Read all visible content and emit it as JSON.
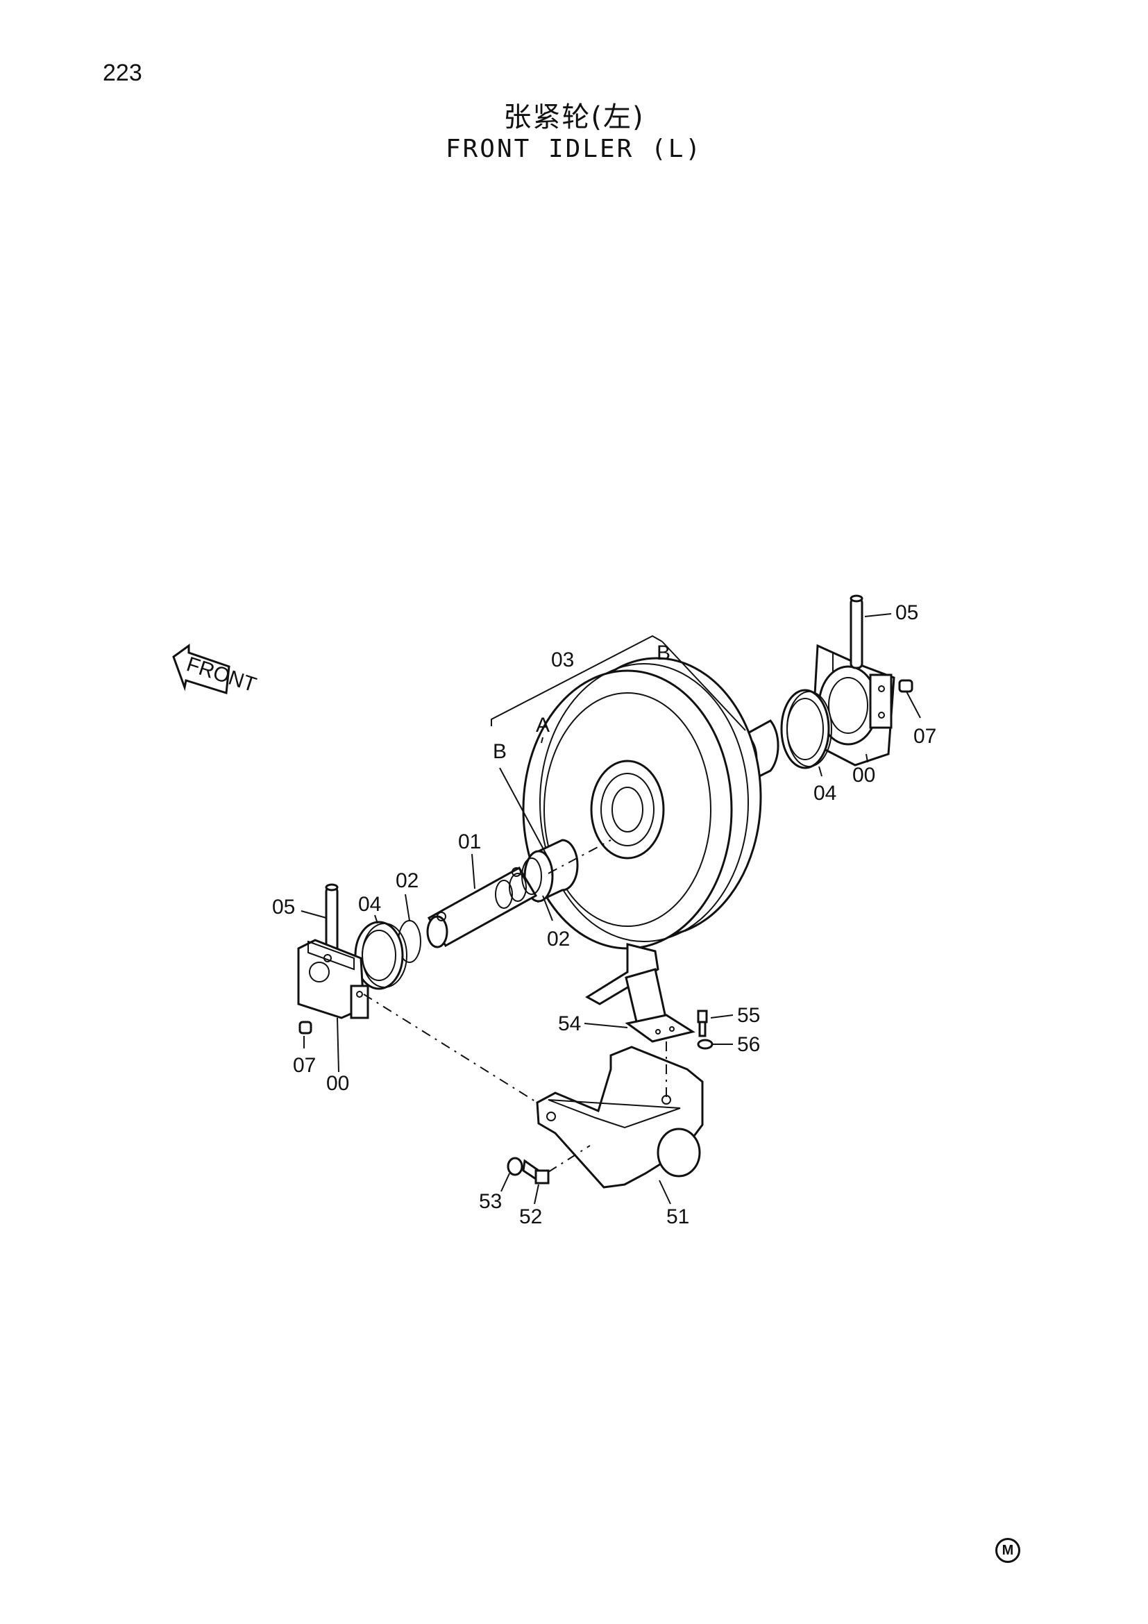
{
  "page": {
    "number": "223"
  },
  "title": {
    "chinese": "张紧轮(左)",
    "english": "FRONT IDLER (L)"
  },
  "direction_tag": "FRONT",
  "callouts": {
    "p05_right": "05",
    "p07_right": "07",
    "p00_right": "00",
    "p04_right": "04",
    "p03": "03",
    "label_b_top": "B",
    "label_a": "A",
    "label_b_left": "B",
    "p01": "01",
    "p02_top": "02",
    "p02_bottom": "02",
    "p05_left": "05",
    "p04_left": "04",
    "p07_left": "07",
    "p00_left": "00",
    "p54": "54",
    "p55": "55",
    "p56": "56",
    "p53": "53",
    "p52": "52",
    "p51": "51"
  },
  "footer_mark": "M"
}
